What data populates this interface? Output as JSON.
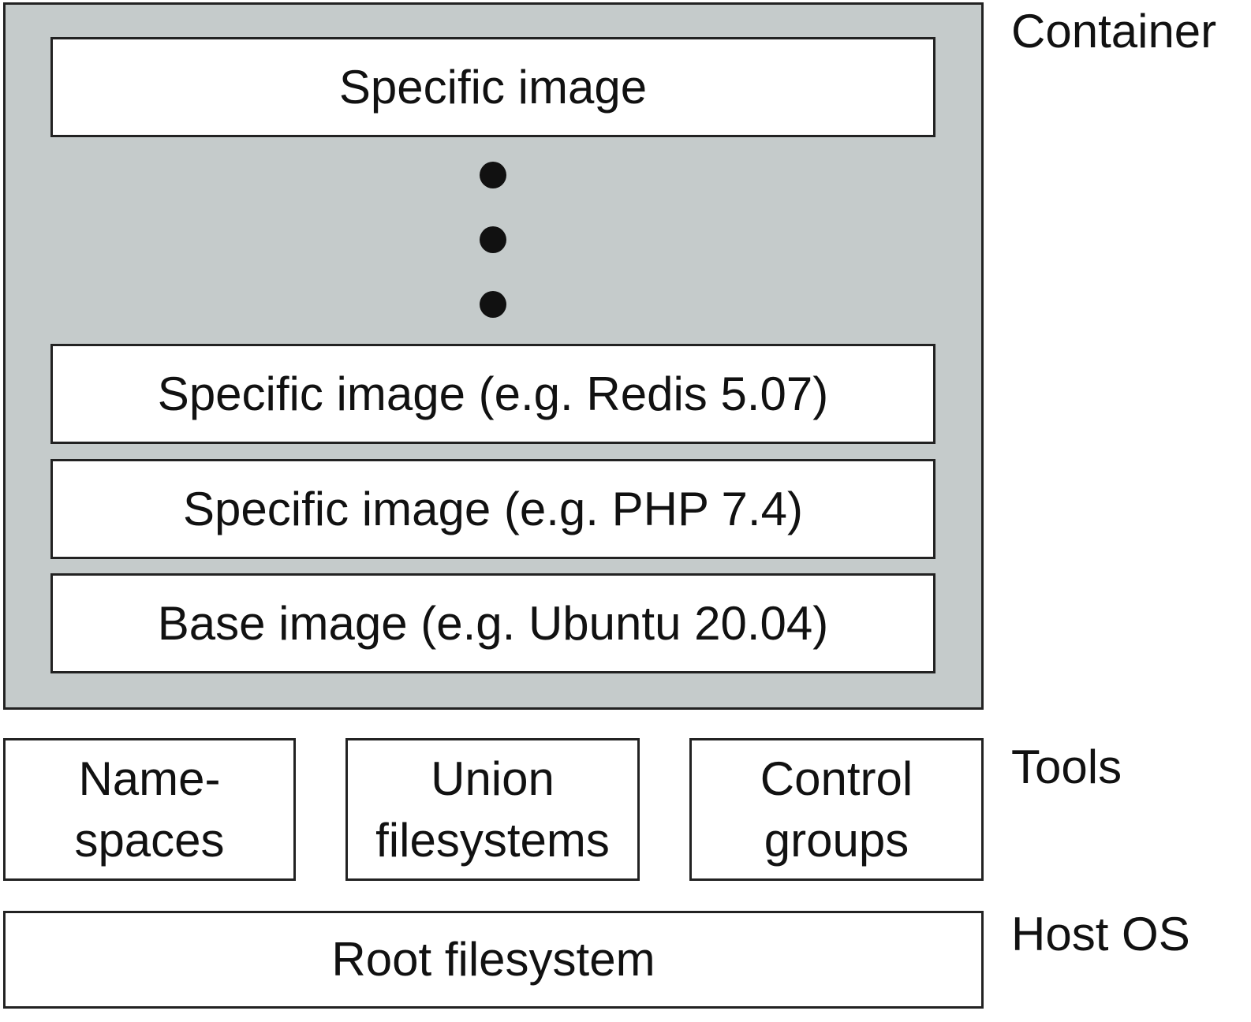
{
  "labels": {
    "container": "Container",
    "tools": "Tools",
    "host_os": "Host OS"
  },
  "container": {
    "layers": [
      "Specific image",
      "Specific image (e.g. Redis 5.07)",
      "Specific image (e.g. PHP 7.4)",
      "Base image (e.g. Ubuntu 20.04)"
    ]
  },
  "tools": [
    {
      "line1": "Name-",
      "line2": "spaces"
    },
    {
      "line1": "Union",
      "line2": "filesystems"
    },
    {
      "line1": "Control",
      "line2": "groups"
    }
  ],
  "host": {
    "root": "Root filesystem"
  },
  "colors": {
    "container_fill": "#c5cbcb",
    "box_fill": "#ffffff",
    "border": "#222222"
  }
}
